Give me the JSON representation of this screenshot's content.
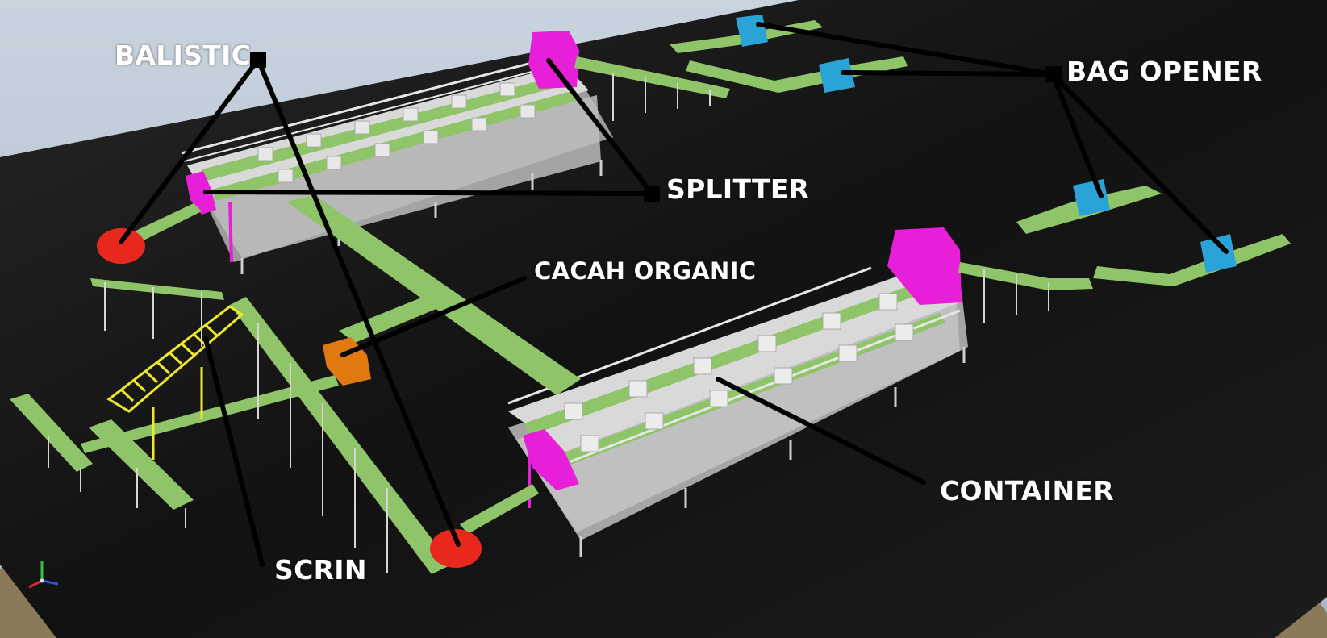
{
  "labels": {
    "balistic": "BALISTIC",
    "splitter": "SPLITTER",
    "bag_opener": "BAG OPENER",
    "cacah_organic": "CACAH ORGANIC",
    "container": "CONTAINER",
    "scrin": "SCRIN"
  },
  "colors": {
    "background": "#b9c6d3",
    "floor": "#141414",
    "floor_edge": "#8a7a5a",
    "conveyor": "#8fc468",
    "splitter": "#e81fd8",
    "bag_opener": "#2aa3d6",
    "balistic": "#e8281c",
    "screen": "#eeea2a",
    "cacah_organic": "#e07a10",
    "frame": "#dcdcdc",
    "leader_line": "#000000",
    "label_text": "#ffffff"
  },
  "icons": {
    "axis": "xyz-axis-triad-icon"
  }
}
